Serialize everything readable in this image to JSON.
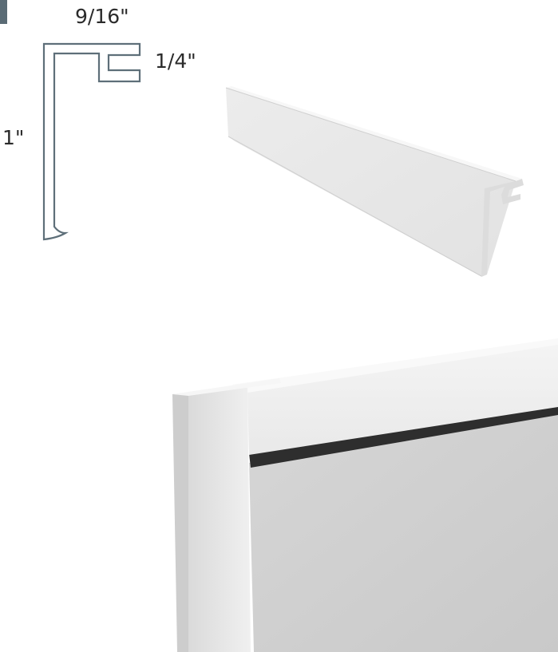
{
  "dimensions": {
    "width_label": "9/16\"",
    "lip_label": "1/4\"",
    "height_label": "1\""
  },
  "colors": {
    "accent": "#5a6b75",
    "profile_stroke": "#5e6f79",
    "label_text": "#2b2b2b",
    "trim_white": "#f2f2f2",
    "panel_gray": "#cfcfcf"
  },
  "icons": {
    "profile": "trim-profile-cross-section",
    "render_trim": "trim-piece-3d",
    "render_panel": "panel-corner-closeup"
  }
}
